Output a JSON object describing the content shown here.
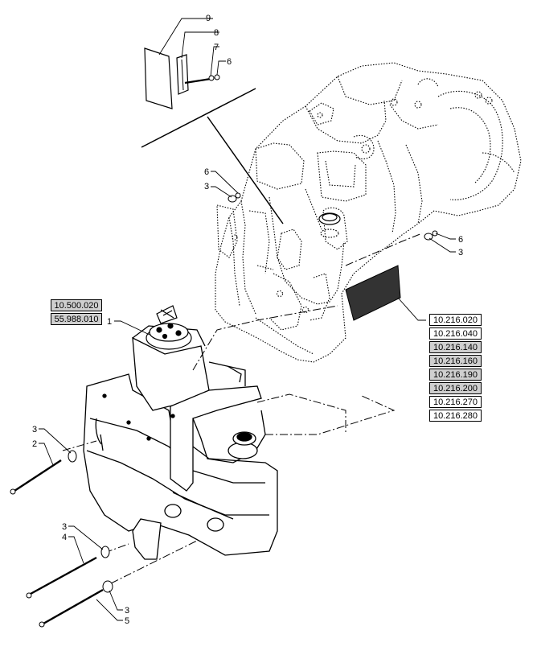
{
  "callouts": {
    "c9": "9",
    "c8": "8",
    "c7": "7",
    "c6a": "6",
    "c6b": "6",
    "c3b": "3",
    "c6c": "6",
    "c3c": "3",
    "c1": "1",
    "c3d": "3",
    "c2": "2",
    "c3e": "3",
    "c4": "4",
    "c3f": "3",
    "c5": "5"
  },
  "refs_left": [
    {
      "label": "10.500.020",
      "shaded": true
    },
    {
      "label": "55.988.010",
      "shaded": true
    }
  ],
  "refs_right": [
    {
      "label": "10.216.020",
      "shaded": false
    },
    {
      "label": "10.216.040",
      "shaded": false
    },
    {
      "label": "10.216.140",
      "shaded": true
    },
    {
      "label": "10.216.160",
      "shaded": true
    },
    {
      "label": "10.216.190",
      "shaded": true
    },
    {
      "label": "10.216.200",
      "shaded": true
    },
    {
      "label": "10.216.270",
      "shaded": false
    },
    {
      "label": "10.216.280",
      "shaded": false
    }
  ]
}
